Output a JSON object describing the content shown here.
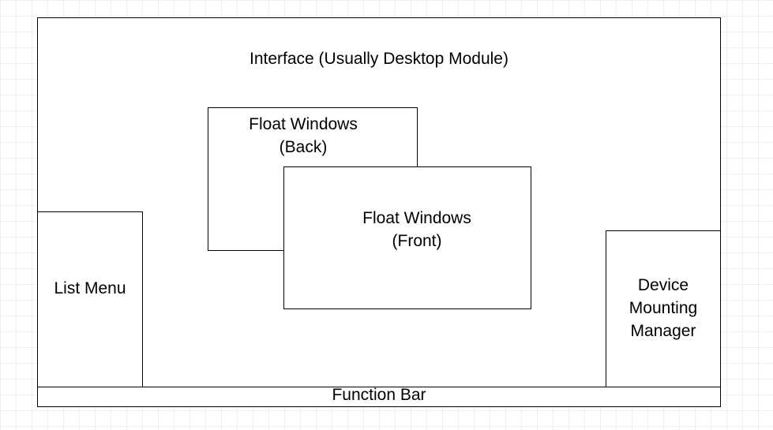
{
  "diagram": {
    "interface": {
      "label": "Interface (Usually Desktop Module)"
    },
    "float_back": {
      "label": "Float Windows\n(Back)"
    },
    "float_front": {
      "label": "Float Windows\n(Front)"
    },
    "list_menu": {
      "label": "List Menu"
    },
    "device_manager": {
      "label": "Device\nMounting\nManager"
    },
    "function_bar": {
      "label": "Function Bar"
    }
  }
}
